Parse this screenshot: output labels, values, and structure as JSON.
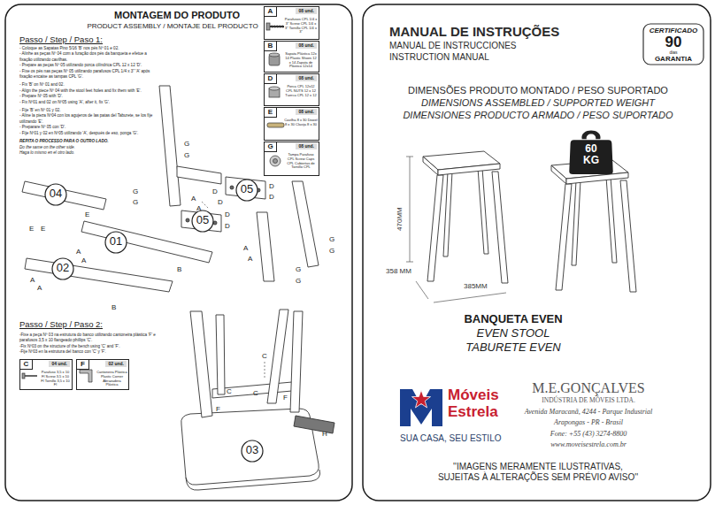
{
  "diagram": {
    "nodes": [
      {
        "text": [
          "A",
          "08 und.",
          "Parafusos CPL 1/4 x 3\" Screw CPL 1/4 x 3\" Tornillo CPL 1/4 x 3\""
        ]
      },
      {
        "text": [
          "B",
          "08 und.",
          "Sapata Plástica 12x 14 Plastic Shoes 12 x 14 Zapata de Plástico 12x14"
        ]
      },
      {
        "text": [
          "D",
          "08 und.",
          "Porca CPL 12x12 CPL NUTS 12 x 12 Tuerca CPL 12 x 12"
        ]
      },
      {
        "text": [
          "E",
          "08 und.",
          "Cavilha 8 x 30 Dowel 8 x 30 Clavija 8 x 30"
        ]
      },
      {
        "text": [
          "G",
          "08 und.",
          "Tampa Parafuso CPL Screw Caps CPL Cubiertas de Tornillo CPL"
        ]
      },
      {
        "text": [
          "C",
          "04 und.",
          "Parafuso 3,5 x 10 Fl Screw 3,5 x 10 Fl Tornillo 3,5 x 10 Fl"
        ]
      },
      {
        "text": [
          "F",
          "02 und.",
          "Cantoneira Plástica Plastic Corner Abrazadera Plástica"
        ]
      },
      {
        "text": [
          "04"
        ]
      },
      {
        "text": [
          "01"
        ]
      },
      {
        "text": [
          "02"
        ]
      },
      {
        "text": [
          "05"
        ]
      },
      {
        "text": [
          "05"
        ]
      },
      {
        "text": [
          "03"
        ]
      },
      {
        "text": [
          "CERTIFICADO",
          "90",
          "dias",
          "GARANTIA"
        ]
      },
      {
        "text": [
          "60 KG"
        ]
      }
    ],
    "labels": [
      "MONTAGEM DO PRODUTO",
      "PRODUCT ASSEMBLY / MONTAJE DEL PRODUCTO",
      "Passo / Step / Paso 1:",
      "- Coloque as Sapatas Pino 5/16 'B' nos pés Nº 01 e 02.",
      "- Alinhe as peças Nº 04 com a furação dos pés da banqueta e efetue a fixação utilizando cavilhas.",
      "- Prepare as peças Nº 05 utilizando porca cilíndrica CPL 12 x 12 'D'.",
      "- Fixe os pés nas peças Nº 05 utilizando parafusos CPL 1/4 x 3\" 'A' após fixação encaixe as tampas CPL 'G'.",
      "- Fix 'B' on Nº 01 and 02.",
      "- Align the piece Nº 04 with the stool feet holes and fix them with 'E'.",
      "- Prepare Nº 05 with 'D'.",
      "- Fix Nº01 and 02 on Nº05 using 'A', after it, fix 'G'.",
      "- Fije 'B' en Nº 01 y 02.",
      "- Aline la pieza Nº04 con los agujeros de las patas del Taburete, se los fije utilizando 'E'.",
      "- Preparare Nº 05 con 'D'.",
      "- Fije Nº01 y 02 en Nº05 utilizando 'A', después de eso, ponga 'G'.",
      "REPITA O PROCESSO PARA O OUTRO LADO.",
      "Do the same on the other side.",
      "Haga lo mismo en el otro lado.",
      "G",
      "G",
      "G",
      "G",
      "G",
      "G",
      "G",
      "G",
      "D",
      "D",
      "D",
      "D",
      "D",
      "D",
      "A",
      "A",
      "A",
      "A",
      "A",
      "A",
      "A",
      "A",
      "E",
      "E",
      "E",
      "B",
      "B",
      "Passo / Step / Paso 2:",
      "-Fixe a peça Nº 03 na estrutura do banco utilizando cantoneira plástica 'F' e parafusos 3,5 x 10 flangeado phillips 'C'.",
      "-Fix Nº03 on the structure of the bench using 'C' and 'F'.",
      "-Fije Nº03 en la estrutura del banco con 'C' y 'F'.",
      "C",
      "C",
      "C",
      "F",
      "F",
      "H",
      "MANUAL DE INSTRUÇÕES",
      "MANUAL DE INSTRUCCIONES",
      "INSTRUCTION MANUAL",
      "DIMENSÕES PRODUTO MONTADO / PESO SUPORTADO",
      "DIMENSIONS ASSEMBLED / SUPPORTED WEIGHT",
      "DIMENSIONES PRODUCTO ARMADO / PESO SUPORTADO",
      "470MM",
      "358 MM",
      "385MM",
      "BANQUETA EVEN",
      "EVEN STOOL",
      "TABURETE EVEN",
      "Móveis Estrela",
      "SUA CASA, SEU ESTILO",
      "M.E.GONÇALVES",
      "INDÚSTRIA DE MÓVEIS LTDA.",
      "Avenida Maracanã, 4244 - Parque Industrial",
      "Arapongas - PR - Brasil",
      "Fone: +55 (43) 3274-8800",
      "www.moveisestrela.com.br",
      "''IMAGENS MERAMENTE ILUSTRATIVAS, SUJEITAS À ALTERAÇÕES SEM PRÉVIO AVISO''"
    ]
  }
}
